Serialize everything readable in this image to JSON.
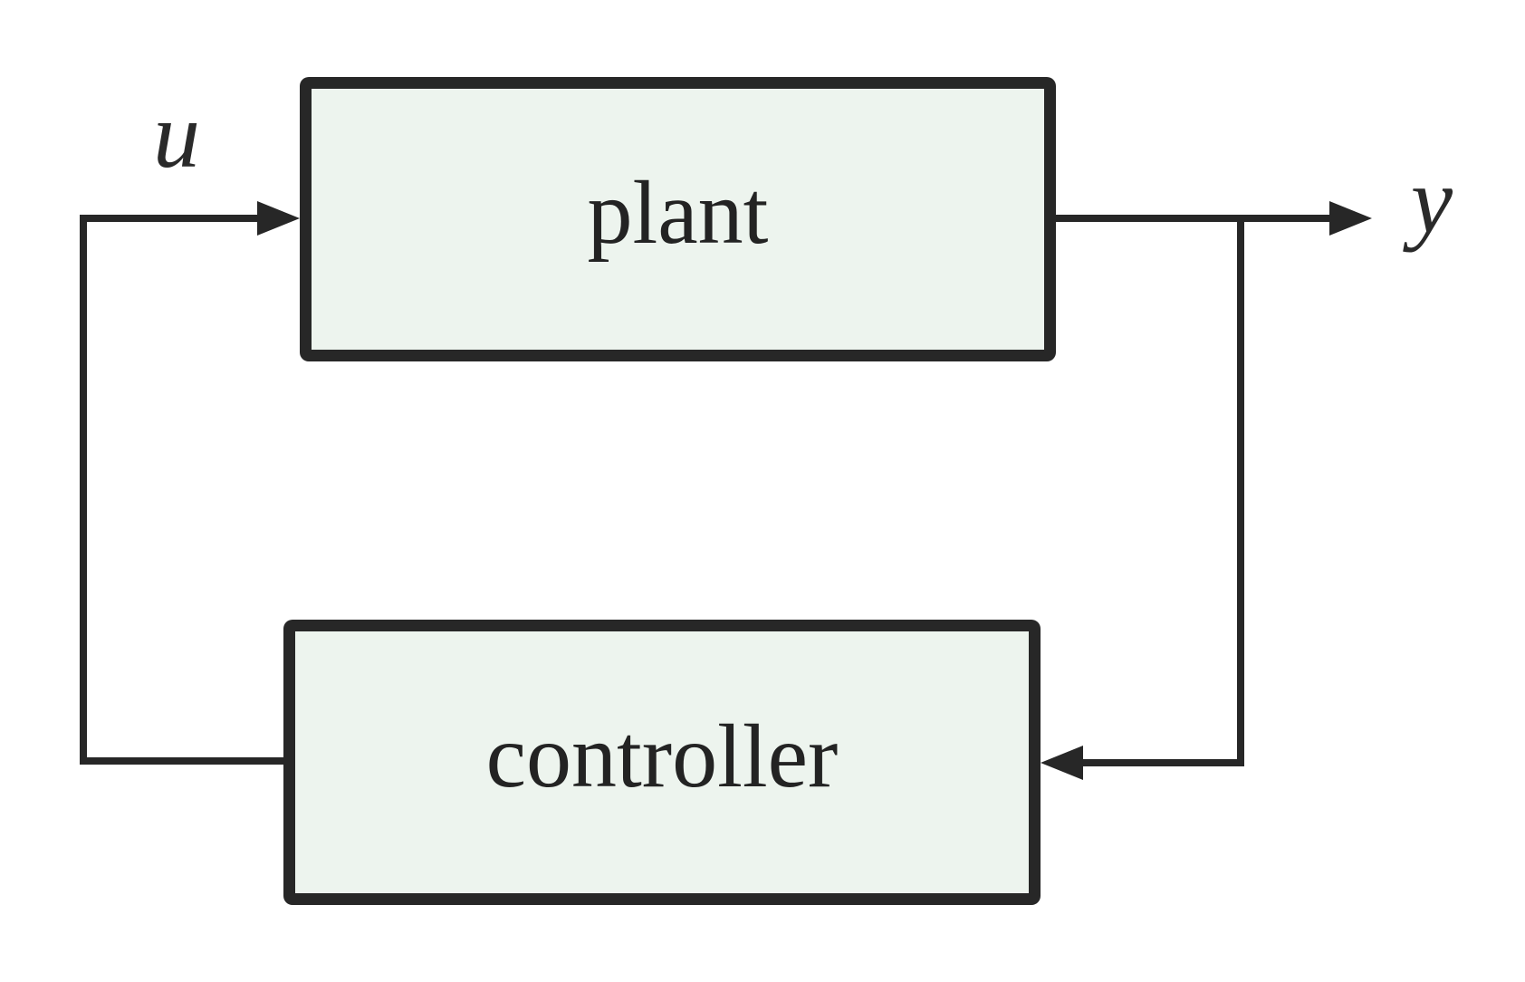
{
  "blocks": {
    "plant": {
      "label": "plant"
    },
    "controller": {
      "label": "controller"
    }
  },
  "signals": {
    "u": {
      "label": "u"
    },
    "y": {
      "label": "y"
    }
  },
  "colors": {
    "background": "#ffffff",
    "block_fill": "#edf4ee",
    "block_border": "#272727",
    "line": "#272727",
    "text": "#232323"
  }
}
